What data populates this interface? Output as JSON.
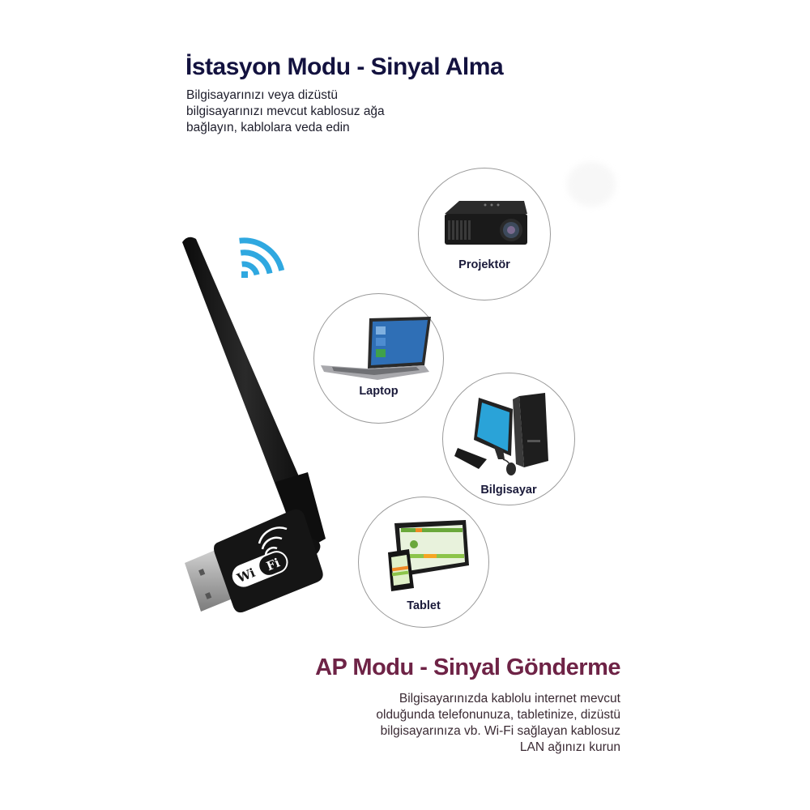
{
  "station_mode": {
    "title": "İstasyon Modu - Sinyal Alma",
    "description_lines": [
      "Bilgisayarınızı veya dizüstü",
      "bilgisayarınızı mevcut kablosuz ağa",
      "bağlayın, kablolara veda edin"
    ],
    "title_color": "#13123f"
  },
  "ap_mode": {
    "title": "AP Modu - Sinyal Gönderme",
    "description_lines": [
      "Bilgisayarınızda kablolu internet mevcut",
      "olduğunda telefonunuza, tabletinize, dizüstü",
      "bilgisayarınıza vb. Wi-Fi sağlayan kablosuz",
      "LAN ağınızı kurun"
    ],
    "title_color": "#6e2346"
  },
  "product": {
    "badge_text_1": "Wi",
    "badge_text_2": "Fi",
    "signal_icon_color": "#2fa8e0"
  },
  "devices": [
    {
      "label": "Projektör",
      "icon": "projector-icon"
    },
    {
      "label": "Laptop",
      "icon": "laptop-icon"
    },
    {
      "label": "Bilgisayar",
      "icon": "desktop-computer-icon"
    },
    {
      "label": "Tablet",
      "icon": "tablet-phone-icon"
    }
  ]
}
